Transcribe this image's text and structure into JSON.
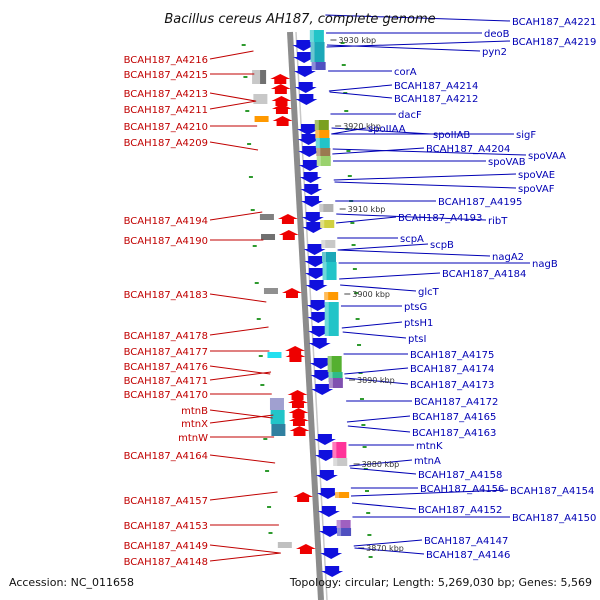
{
  "title": "Bacillus cereus AH187, complete genome",
  "footer": {
    "accession": "Accession: NC_011658",
    "stats": "Topology: circular; Length: 5,269,030 bp; Genes: 5,569"
  },
  "ticks": [
    "3930 kbp",
    "3920 kbp",
    "3910 kbp",
    "3900 kbp",
    "3890 kbp",
    "3880 kbp",
    "3870 kbp"
  ],
  "left_labels": [
    "BCAH187_A4216",
    "BCAH187_A4215",
    "BCAH187_A4213",
    "BCAH187_A4211",
    "BCAH187_A4210",
    "BCAH187_A4209",
    "BCAH187_A4194",
    "BCAH187_A4190",
    "BCAH187_A4183",
    "BCAH187_A4178",
    "BCAH187_A4177",
    "BCAH187_A4176",
    "BCAH187_A4171",
    "BCAH187_A4170",
    "mtnB",
    "mtnX",
    "mtnW",
    "BCAH187_A4164",
    "BCAH187_A4157",
    "BCAH187_A4153",
    "BCAH187_A4149",
    "BCAH187_A4148"
  ],
  "right_labels": [
    "BCAH187_A4221",
    "deoB",
    "BCAH187_A4219",
    "pyn2",
    "corA",
    "BCAH187_A4214",
    "BCAH187_A4212",
    "dacF",
    "spoIIAA",
    "spoIIAB",
    "sigF",
    "BCAH187_A4204",
    "spoVAA",
    "spoVAB",
    "spoVAE",
    "spoVAF",
    "BCAH187_A4195",
    "BCAH187_A4193",
    "ribT",
    "scpA",
    "scpB",
    "nagA2",
    "nagB",
    "BCAH187_A4184",
    "glcT",
    "ptsG",
    "ptsH1",
    "ptsI",
    "BCAH187_A4175",
    "BCAH187_A4174",
    "BCAH187_A4173",
    "BCAH187_A4172",
    "BCAH187_A4165",
    "BCAH187_A4163",
    "mtnK",
    "mtnA",
    "BCAH187_A4158",
    "BCAH187_A4156",
    "BCAH187_A4154",
    "BCAH187_A4152",
    "BCAH187_A4150",
    "BCAH187_A4147",
    "BCAH187_A4146"
  ],
  "colors": {
    "left_label": "#c00000",
    "right_label": "#0000b4",
    "forward_gene": "#ee0000",
    "reverse_gene": "#1010dd",
    "backbone": "#8c8c8c",
    "gc_marker": "#2e9a2e"
  }
}
